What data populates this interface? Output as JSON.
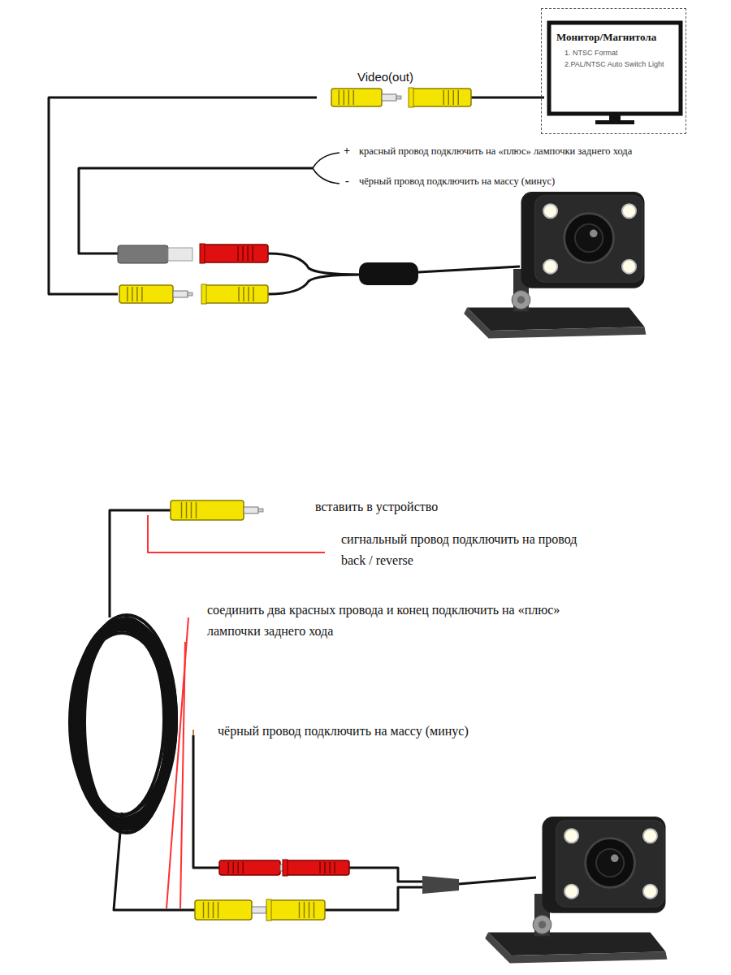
{
  "diagram": {
    "nodes": [
      {
        "text": [
          "Монитор/Магнитола",
          "1. NTSC Format",
          "2.PAL/NTSC Auto Switch Light"
        ]
      }
    ],
    "labels": [
      "Video(out)",
      "+",
      "красный провод подключить на «плюс» лампочки заднего хода",
      "-",
      "чёрный провод подключить на массу (минус)",
      "вставить в устройство",
      "сигнальный провод подключить на провод back / reverse",
      "соединить два красных провода и конец подключить на «плюс» лампочки заднего хода",
      "чёрный провод подключить на массу (минус)"
    ]
  }
}
